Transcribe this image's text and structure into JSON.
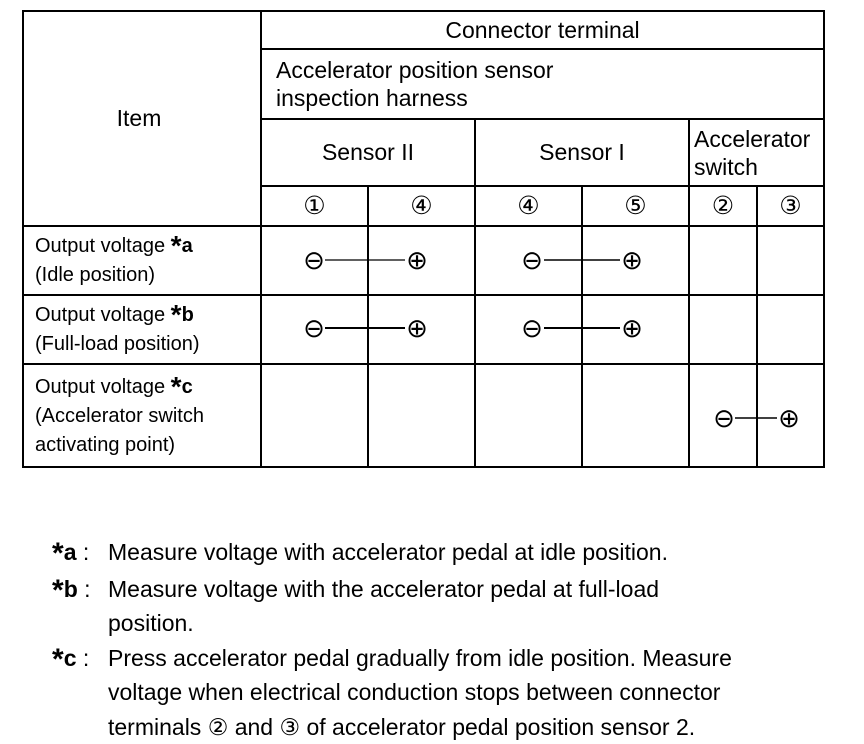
{
  "table": {
    "item_header": "Item",
    "connector_header": "Connector terminal",
    "harness_header_line1": "Accelerator position sensor",
    "harness_header_line2": "inspection harness",
    "groups": {
      "sensor2": "Sensor II",
      "sensor1": "Sensor I",
      "acc_switch_line1": "Accelerator",
      "acc_switch_line2": "switch"
    },
    "pins": [
      "①",
      "④",
      "④",
      "⑤",
      "②",
      "③"
    ],
    "star": "*",
    "rows": [
      {
        "label_line1": "Output voltage ",
        "tag": "a",
        "label_line2": "(Idle position)",
        "label_line3": "",
        "probes": [
          "⊖",
          "⊕",
          "⊖",
          "⊕"
        ]
      },
      {
        "label_line1": "Output voltage ",
        "tag": "b",
        "label_line2": "(Full-load position)",
        "label_line3": "",
        "probes": [
          "⊖",
          "⊕",
          "⊖",
          "⊕"
        ]
      },
      {
        "label_line1": "Output voltage ",
        "tag": "c",
        "label_line2": "(Accelerator switch",
        "label_line3": "activating point)",
        "probes": [
          "⊖",
          "⊕"
        ]
      }
    ]
  },
  "notes": [
    {
      "tag": "a",
      "sep": " : ",
      "lines": [
        "Measure voltage with accelerator pedal at idle position."
      ]
    },
    {
      "tag": "b",
      "sep": " : ",
      "lines": [
        "Measure voltage with the accelerator pedal at full-load",
        "position."
      ]
    },
    {
      "tag": "c",
      "sep": " : ",
      "lines": [
        "Press accelerator pedal gradually from idle position. Measure",
        "voltage when electrical conduction stops between connector",
        "terminals ② and ③ of accelerator pedal position sensor 2."
      ]
    }
  ]
}
